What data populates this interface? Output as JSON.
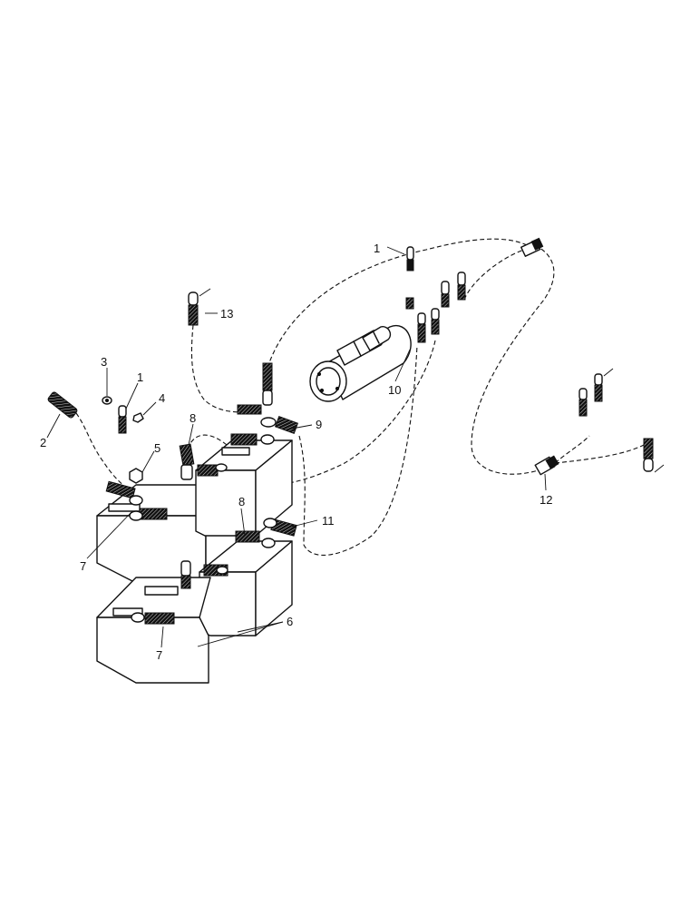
{
  "diagram": {
    "callouts": {
      "c1a": "1",
      "c1b": "1",
      "c2": "2",
      "c3": "3",
      "c4": "4",
      "c5": "5",
      "c6": "6",
      "c7a": "7",
      "c7b": "7",
      "c8a": "8",
      "c8b": "8",
      "c9": "9",
      "c10": "10",
      "c11": "11",
      "c12": "12",
      "c13": "13"
    }
  }
}
